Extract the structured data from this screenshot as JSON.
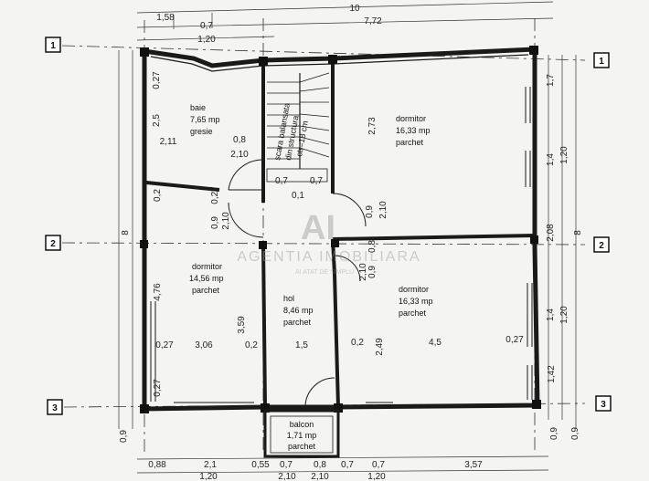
{
  "axes": [
    {
      "label": "1"
    },
    {
      "label": "2"
    },
    {
      "label": "3"
    }
  ],
  "top_dims": {
    "overall": "10",
    "row_a": [
      "1,58",
      "0,7",
      "7,72"
    ],
    "row_b": "1,20"
  },
  "bottom_dims": {
    "row_a": [
      "0,88",
      "2,1",
      "0,55",
      "0,7",
      "0,8",
      "0,7",
      "0,7",
      "3,57"
    ],
    "row_b": [
      "1,20",
      "2,10",
      "2,10",
      "1,20"
    ]
  },
  "left_dims": {
    "overall": "8",
    "bottom": "0,9"
  },
  "right_dims": {
    "top": "1,7",
    "mid_a": "1,4",
    "mid_b": "1,20",
    "mid_c": "2,08",
    "mid_d": "1,4",
    "mid_e": "1,20",
    "mid_f": "1,42",
    "overall": "8",
    "bottom": "0,9",
    "bottom2": "0,9"
  },
  "interior_dims": {
    "d_027_a": "0,27",
    "d_25": "2,5",
    "d_211": "2,11",
    "d_08": "0,8",
    "d_210_a": "2,10",
    "d_273": "2,73",
    "d_07_a": "0,7",
    "d_07_b": "0,7",
    "d_01": "0,1",
    "d_02_a": "0,2",
    "d_09_a": "0,9",
    "d_027_b": "0,27",
    "d_210_b": "2,10",
    "d_09_b": "0,9",
    "d_210_c": "2,10",
    "d_08_b": "0,8",
    "d_09_c": "0,9",
    "d_210_d": "2,10",
    "d_476": "4,76",
    "d_359": "3,59",
    "d_027_c": "0,27",
    "d_306": "3,06",
    "d_02_b": "0,2",
    "d_15": "1,5",
    "d_02_c": "0,2",
    "d_249": "2,49",
    "d_45": "4,5",
    "d_027_d": "0,27",
    "d_027_e": "0,27"
  },
  "rooms": {
    "baie": {
      "name": "baie",
      "area": "7,65 mp",
      "finish": "gresie"
    },
    "scara": {
      "line1": "scara balansata",
      "line2": "din structura",
      "line3": "ctr=18 cm"
    },
    "dormitor1": {
      "name": "dormitor",
      "area": "16,33 mp",
      "finish": "parchet"
    },
    "dormitor2": {
      "name": "dormitor",
      "area": "14,56 mp",
      "finish": "parchet"
    },
    "hol": {
      "name": "hol",
      "area": "8,46 mp",
      "finish": "parchet"
    },
    "dormitor3": {
      "name": "dormitor",
      "area": "16,33 mp",
      "finish": "parchet"
    },
    "balcon": {
      "name": "balcon",
      "area": "1,71 mp",
      "finish": "parchet"
    }
  },
  "watermark": {
    "text": "AGENTIA IMOBILIARA",
    "sub": "AI ATAT DE SIMPLU"
  }
}
